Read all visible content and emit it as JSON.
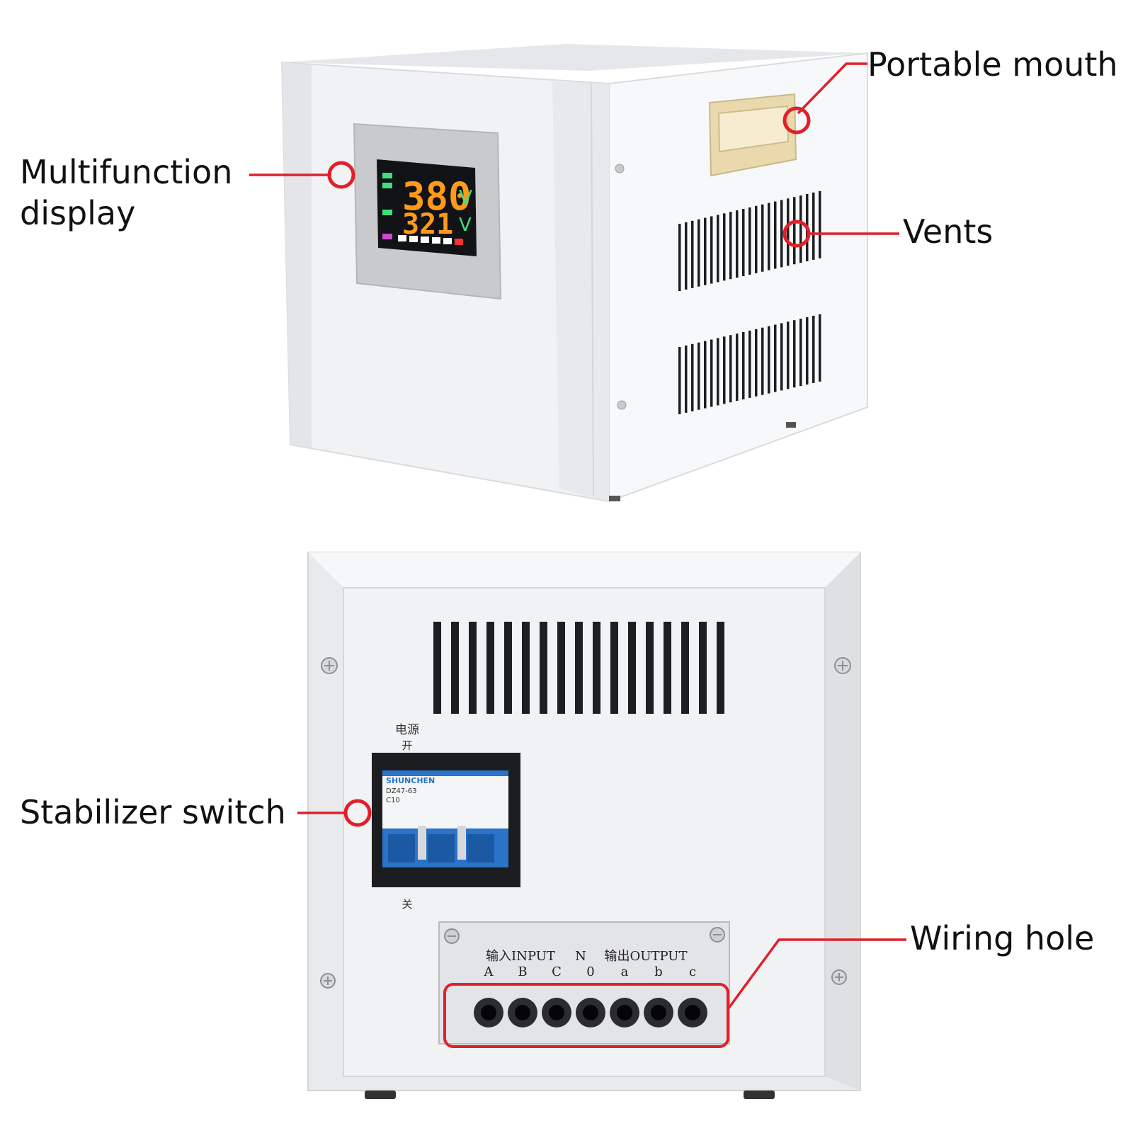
{
  "colors": {
    "accent": "#e0202a",
    "cabinet": "#f1f2f4",
    "lcd_orange": "#ff9a1a",
    "lcd_green": "#3fe07a",
    "breaker_blue": "#2a73c8",
    "handle": "#e9d9ad"
  },
  "callouts": {
    "multifunction_display": {
      "line1": "Multifunction",
      "line2": "display"
    },
    "portable_mouth": "Portable mouth",
    "vents": "Vents",
    "stabilizer_switch": "Stabilizer switch",
    "wiring_hole": "Wiring hole"
  },
  "display": {
    "top_reading": "380",
    "top_unit": "V",
    "bottom_reading": "321",
    "bottom_unit": "V"
  },
  "breaker": {
    "brand": "SHUNCHEN",
    "model": "DZ47-63",
    "rating": "C10",
    "on_label_1": "电源",
    "on_label_2": "开",
    "off_label": "关"
  },
  "terminal": {
    "input_label": "输入INPUT",
    "neutral_label": "N",
    "output_label": "输出OUTPUT",
    "terminals": [
      "A",
      "B",
      "C",
      "0",
      "a",
      "b",
      "c"
    ]
  }
}
